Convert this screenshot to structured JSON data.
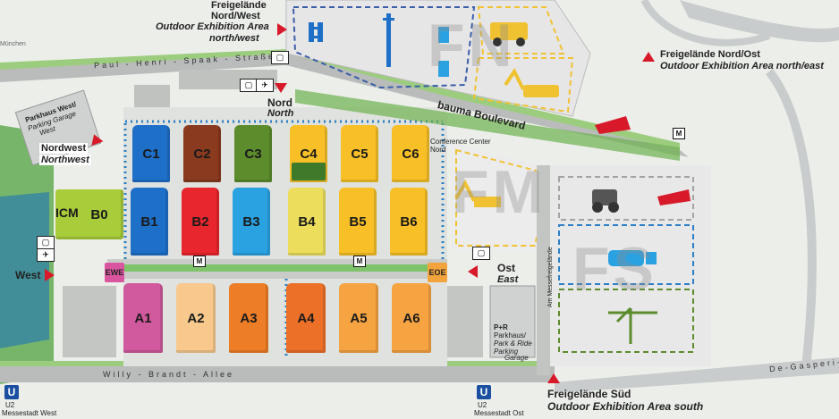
{
  "halls": {
    "A1": "A1",
    "A2": "A2",
    "A3": "A3",
    "A4": "A4",
    "A5": "A5",
    "A6": "A6",
    "B0": "B0",
    "B1": "B1",
    "B2": "B2",
    "B3": "B3",
    "B4": "B4",
    "B5": "B5",
    "B6": "B6",
    "C1": "C1",
    "C2": "C2",
    "C3": "C3",
    "C4": "C4",
    "C5": "C5",
    "C6": "C6",
    "ICM": "ICM"
  },
  "entrances": {
    "ewe": "EWE",
    "eoe": "EOE",
    "west": "West",
    "ost": "Ost",
    "east": "East",
    "nord": "Nord",
    "north": "North",
    "nordwest": "Nordwest",
    "northwest": "Northwest"
  },
  "labels": {
    "fg_nw_de": "Freigelände",
    "fg_nw_de2": "Nord/West",
    "fg_nw_en": "Outdoor Exhibition Area",
    "fg_nw_en2": "north/west",
    "fg_no_de": "Freigelände Nord/Ost",
    "fg_no_en": "Outdoor Exhibition Area north/east",
    "fg_sued_de": "Freigelände Süd",
    "fg_sued_en": "Outdoor Exhibition Area south",
    "conference": "Conference Center",
    "conference2": "Nord",
    "parkhaus_west": "Parkhaus West/",
    "parkhaus_west2": "Parking Garage",
    "parkhaus_west3": "West",
    "pr": "P+R",
    "pr2": "Parkhaus/",
    "pr3": "Park & Ride",
    "pr4": "Parking",
    "pr5": "Garage",
    "u2_west_line": "U2",
    "u2_west_stop": "Messestadt West",
    "u2_ost_line": "U2",
    "u2_ost_stop": "Messestadt Ost",
    "muenchen": "München",
    "am_messe": "Am Messefreigelände"
  },
  "streets": {
    "paul": "Paul - Henri - Spaak - Straße",
    "willy": "Willy - Brandt - Allee",
    "bauma": "bauma Boulevard",
    "gasperi": "De-Gasperi-"
  },
  "zones": {
    "fn": "FN",
    "fm": "FM",
    "fs": "FS"
  },
  "icons": {
    "metro": "M",
    "ubahn": "U"
  },
  "colors": {
    "A1": "#d1599d",
    "A2": "#f8c88d",
    "A3": "#ee7d27",
    "A4": "#ec7027",
    "A5": "#f6a341",
    "A6": "#f6a341",
    "B0": "#a8cc3a",
    "B1": "#1e6fc8",
    "B2": "#e8262d",
    "B3": "#2aa2e2",
    "B4": "#ecde5c",
    "B5": "#f8c026",
    "B6": "#f8c026",
    "C1": "#1e6fc8",
    "C2": "#8a3a1e",
    "C3": "#5c8c2c",
    "C4": "#f8c026",
    "C5": "#f8c026",
    "C6": "#f8c026",
    "ICM": "#a8cc3a",
    "EWE": "#d9559f",
    "EOE": "#f3a33c",
    "accent_red": "#d7192a"
  }
}
